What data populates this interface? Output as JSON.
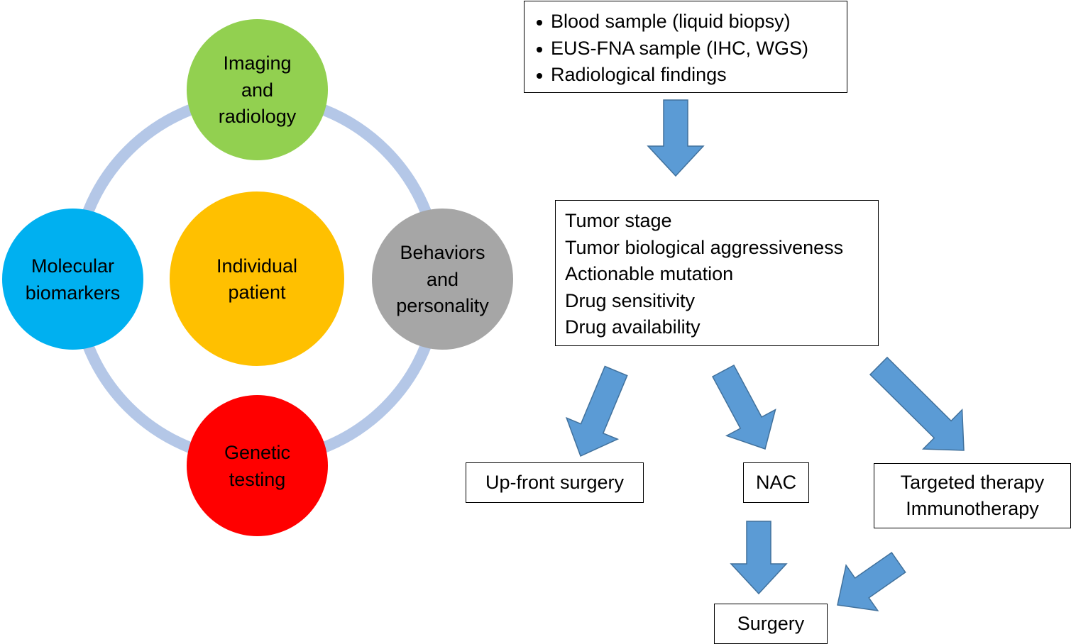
{
  "colors": {
    "ring": "#b4c7e7",
    "arrow_fill": "#5b9bd5",
    "arrow_stroke": "#41719c",
    "imaging": "#92d050",
    "molecular": "#00b0f0",
    "individual": "#ffc000",
    "behaviors": "#a6a6a6",
    "genetic": "#ff0000"
  },
  "cycle": {
    "top": "Imaging\nand\nradiology",
    "left": "Molecular\nbiomarkers",
    "center": "Individual\npatient",
    "right": "Behaviors\nand\npersonality",
    "bottom": "Genetic\ntesting"
  },
  "flow": {
    "inputs": [
      "Blood sample (liquid biopsy)",
      "EUS-FNA sample (IHC, WGS)",
      "Radiological findings"
    ],
    "factors": [
      "Tumor stage",
      "Tumor biological aggressiveness",
      "Actionable mutation",
      "Drug sensitivity",
      "Drug availability"
    ],
    "option_upfront": "Up-front surgery",
    "option_nac": "NAC",
    "option_targeted_line1": "Targeted therapy",
    "option_targeted_line2": "Immunotherapy",
    "final": "Surgery"
  }
}
